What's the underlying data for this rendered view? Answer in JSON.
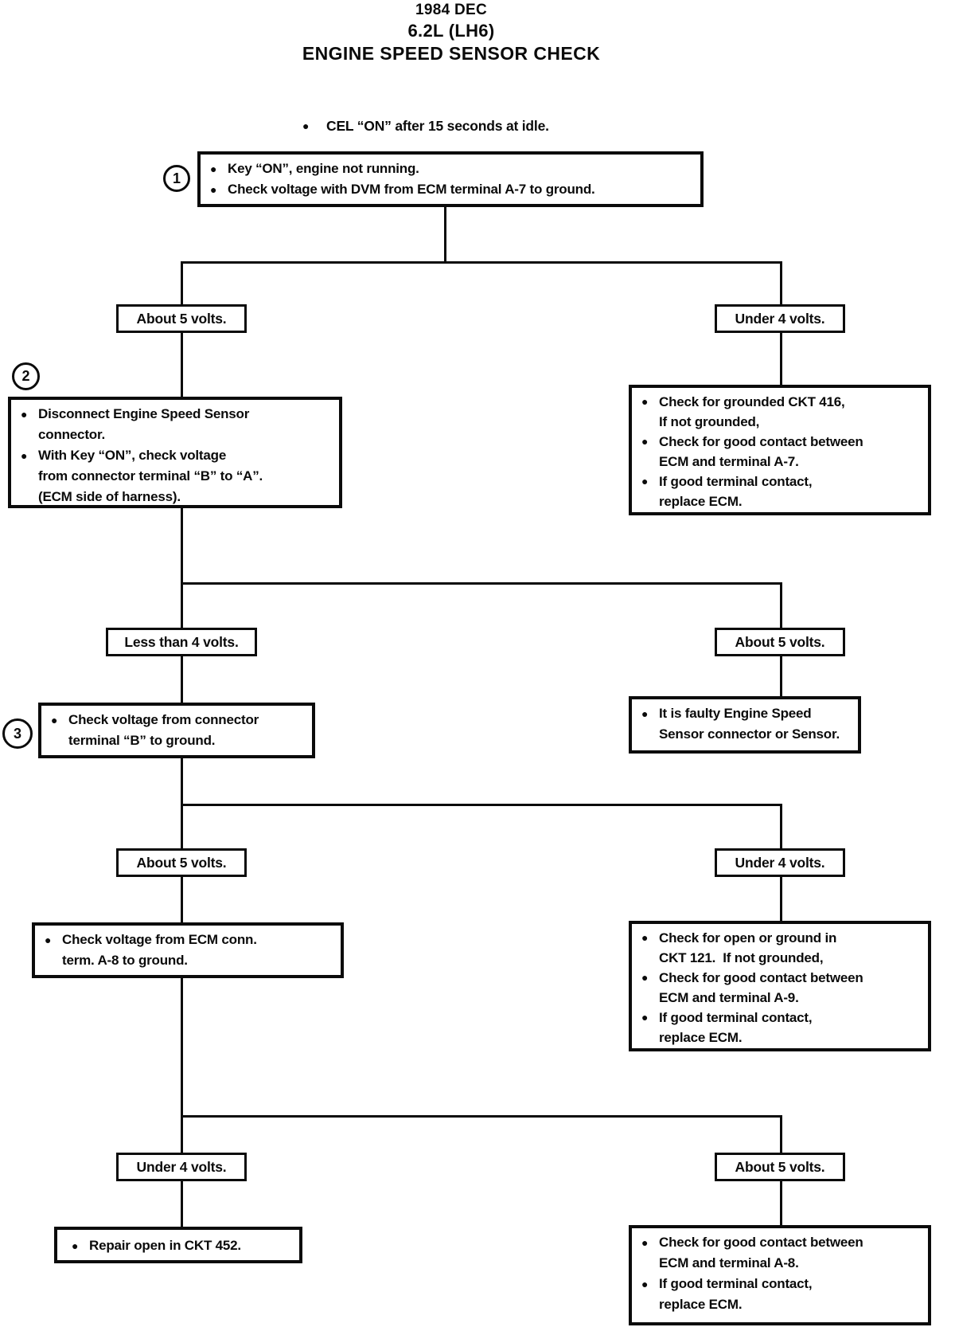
{
  "page": {
    "title": {
      "year": "1984 DEC",
      "engine": "6.2L (LH6)",
      "heading": "ENGINE SPEED SENSOR CHECK"
    },
    "intro": "CEL “ON” after 15 seconds at idle.",
    "icons": {
      "bullet": "●"
    },
    "steps": {
      "one": "1",
      "two": "2",
      "three": "3"
    },
    "labels": {
      "about5_top": "About 5 volts.",
      "under4_top": "Under 4 volts.",
      "less4": "Less than 4 volts.",
      "about5_mid": "About 5 volts.",
      "about5_third": "About 5 volts.",
      "under4_third": "Under 4 volts.",
      "under4_bottom": "Under 4 volts.",
      "about5_bottom": "About 5 volts."
    },
    "boxes": {
      "start": {
        "items": [
          {
            "lines": [
              "Key “ON”, engine not running."
            ]
          },
          {
            "lines": [
              "Check voltage with DVM from ECM terminal A-7 to ground."
            ]
          }
        ]
      },
      "disconnect": {
        "items": [
          {
            "lines": [
              "Disconnect Engine Speed Sensor",
              "connector."
            ]
          },
          {
            "lines": [
              "With Key “ON”, check voltage",
              "from connector terminal “B” to “A”.",
              "(ECM side of harness)."
            ]
          }
        ]
      },
      "grounded416": {
        "items": [
          {
            "lines": [
              "Check for grounded CKT 416,",
              "If not grounded,"
            ]
          },
          {
            "lines": [
              "Check for good contact between",
              "ECM and terminal A-7."
            ]
          },
          {
            "lines": [
              "If good terminal contact,",
              "replace ECM."
            ]
          }
        ]
      },
      "checkB": {
        "items": [
          {
            "lines": [
              "Check voltage from connector",
              "terminal “B” to ground."
            ]
          }
        ]
      },
      "faulty": {
        "items": [
          {
            "lines": [
              "It is faulty Engine Speed",
              "Sensor connector or Sensor."
            ]
          }
        ]
      },
      "checkA8": {
        "items": [
          {
            "lines": [
              "Check voltage from ECM conn.",
              "term. A-8 to ground."
            ]
          }
        ]
      },
      "ckt121": {
        "items": [
          {
            "lines": [
              "Check for open or ground in",
              "CKT 121.  If not grounded,"
            ]
          },
          {
            "lines": [
              "Check for good contact between",
              "ECM and terminal A-9."
            ]
          },
          {
            "lines": [
              "If good terminal contact,",
              "replace ECM."
            ]
          }
        ]
      },
      "repair452": {
        "items": [
          {
            "lines": [
              "Repair open in CKT 452."
            ]
          }
        ]
      },
      "contactA8": {
        "items": [
          {
            "lines": [
              "Check for good contact between",
              "ECM and terminal A-8."
            ]
          },
          {
            "lines": [
              "If good terminal contact,",
              "replace ECM."
            ]
          }
        ]
      }
    }
  }
}
